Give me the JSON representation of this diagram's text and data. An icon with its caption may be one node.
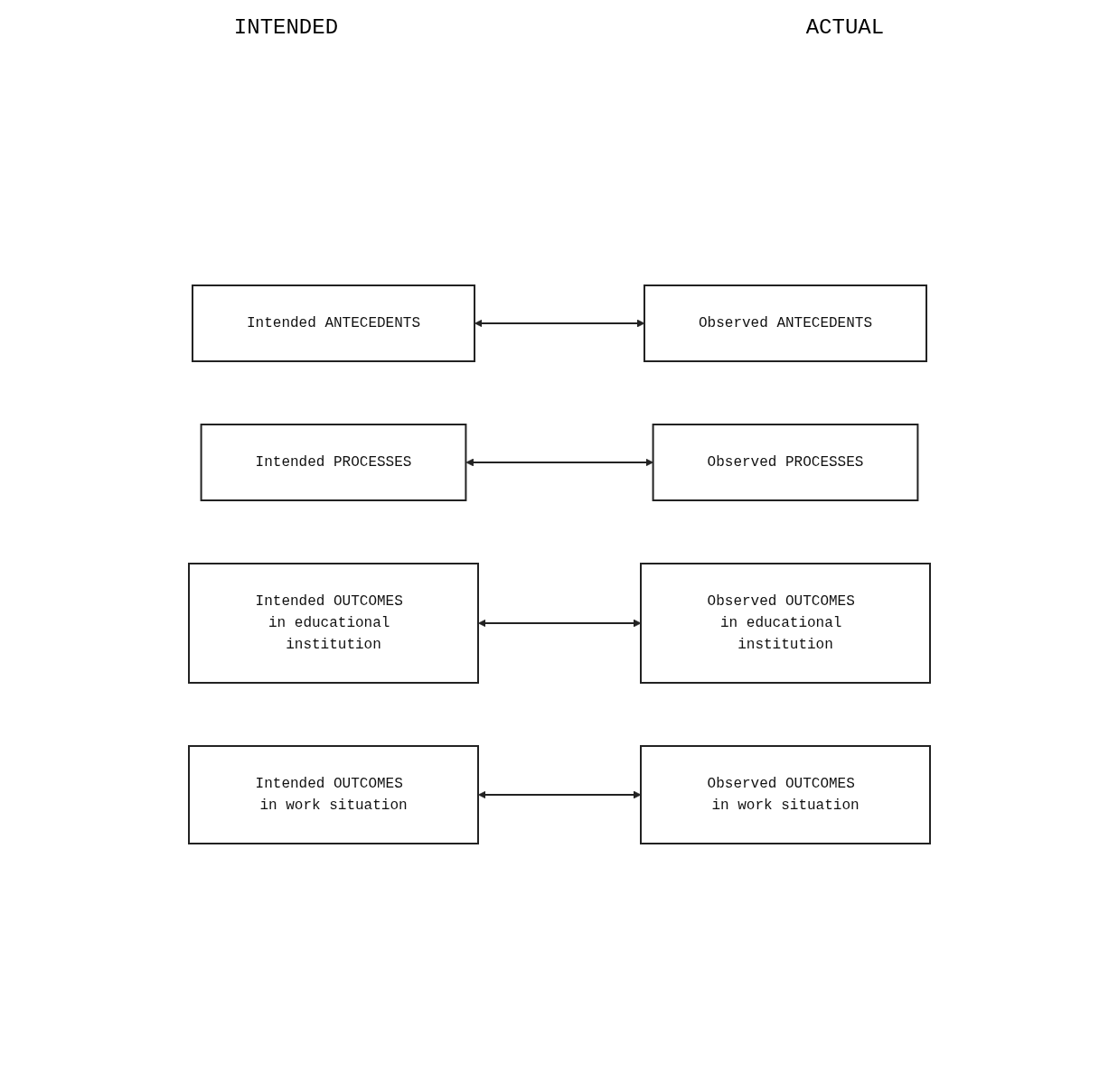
{
  "diagram": {
    "nodes": [
      {
        "text": [
          "Intended ANTECEDENTS"
        ]
      },
      {
        "text": [
          "Observed ANTECEDENTS"
        ]
      },
      {
        "text": [
          "Intended PROCESSES"
        ]
      },
      {
        "text": [
          "Observed PROCESSES"
        ]
      },
      {
        "text": [
          "Intended OUTCOMES in educational institution"
        ]
      },
      {
        "text": [
          "Observed OUTCOMES in educational institution"
        ]
      },
      {
        "text": [
          "Intended OUTCOMES in work situation"
        ]
      },
      {
        "text": [
          "Observed OUTCOMES in work situation"
        ]
      }
    ],
    "edges": [
      {
        "from": 0,
        "to": 1,
        "arrow": "both"
      },
      {
        "from": 2,
        "to": 3,
        "arrow": "both"
      },
      {
        "from": 4,
        "to": 5,
        "arrow": "both"
      },
      {
        "from": 6,
        "to": 7,
        "arrow": "both"
      }
    ],
    "labels": [
      "INTENDED",
      "ACTUAL"
    ]
  }
}
